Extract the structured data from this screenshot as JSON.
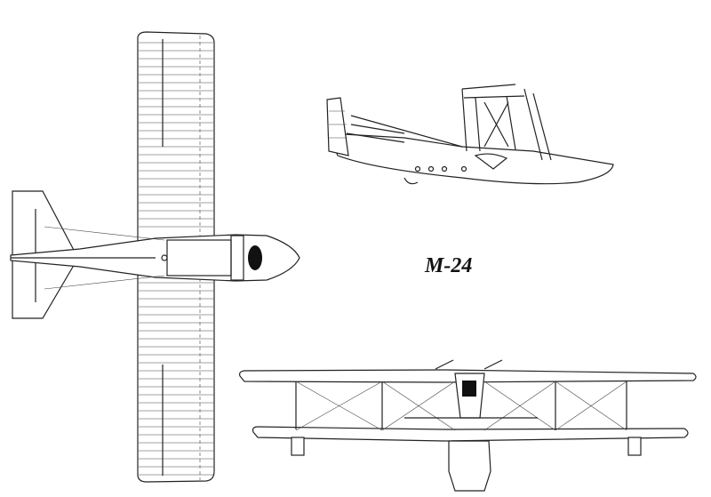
{
  "drawing": {
    "title": "M-24",
    "views": [
      "top-view",
      "side-view",
      "front-view"
    ],
    "line_color": "#222222",
    "background": "#ffffff"
  }
}
